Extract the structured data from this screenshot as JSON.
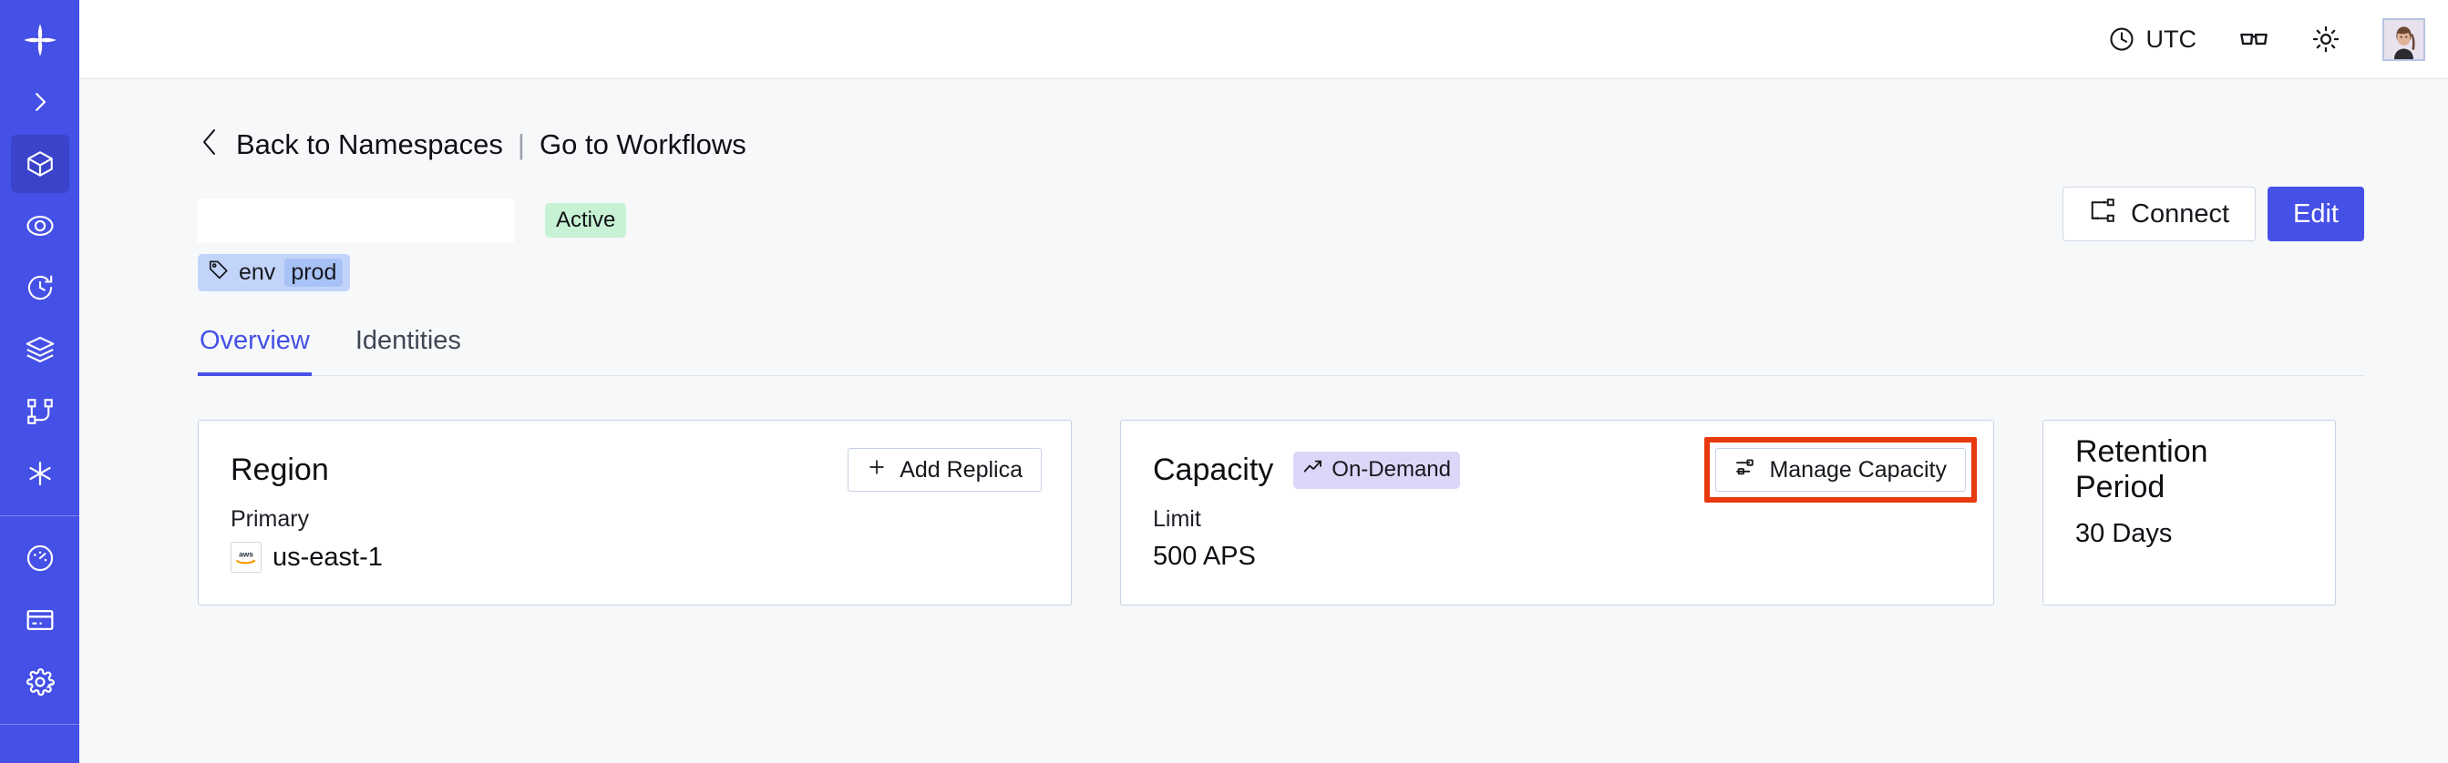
{
  "sidebar": {
    "items": [
      {
        "icon": "temporal-logo-icon",
        "name": "logo",
        "active": false
      },
      {
        "icon": "chevron-right-icon",
        "name": "expand-sidebar",
        "active": false
      },
      {
        "icon": "cube-icon",
        "name": "namespaces",
        "active": true
      },
      {
        "icon": "eye-icon",
        "name": "observability",
        "active": false
      },
      {
        "icon": "history-clock-icon",
        "name": "schedules",
        "active": false
      },
      {
        "icon": "layers-icon",
        "name": "batch-operations",
        "active": false
      },
      {
        "icon": "workflow-graph-icon",
        "name": "workflows",
        "active": false
      },
      {
        "icon": "asterisk-icon",
        "name": "nexus",
        "active": false
      },
      {
        "icon": "gauge-icon",
        "name": "usage",
        "active": false
      },
      {
        "icon": "credit-card-icon",
        "name": "billing",
        "active": false
      },
      {
        "icon": "gear-icon",
        "name": "settings",
        "active": false
      }
    ]
  },
  "topbar": {
    "timezone_label": "UTC",
    "timezone_icon": "clock-icon",
    "glasses_icon": "glasses-icon",
    "theme_icon": "sun-icon",
    "avatar_name": "user-avatar"
  },
  "breadcrumb": {
    "back_icon": "chevron-left-icon",
    "back_label": "Back to Namespaces",
    "separator": "|",
    "forward_label": "Go to Workflows"
  },
  "header": {
    "namespace_title": "",
    "status_badge": "Active",
    "connect_label": "Connect",
    "connect_icon": "connect-nodes-icon",
    "edit_label": "Edit",
    "tag_icon": "tag-icon",
    "tag_key": "env",
    "tag_value": "prod"
  },
  "tabs": [
    {
      "label": "Overview",
      "active": true
    },
    {
      "label": "Identities",
      "active": false
    }
  ],
  "cards": {
    "region": {
      "title": "Region",
      "action_label": "Add Replica",
      "action_icon": "plus-icon",
      "label": "Primary",
      "provider_icon": "aws-logo-icon",
      "value": "us-east-1"
    },
    "capacity": {
      "title": "Capacity",
      "badge_label": "On-Demand",
      "badge_icon": "trend-up-icon",
      "action_label": "Manage Capacity",
      "action_icon": "sliders-icon",
      "label": "Limit",
      "value": "500 APS",
      "highlighted": true
    },
    "retention": {
      "title": "Retention Period",
      "value": "30 Days"
    }
  },
  "colors": {
    "brand": "#4550e6",
    "sidebar_active": "#3a43c9",
    "page_background": "#f7f8fa",
    "card_border": "#c6d0e6",
    "status_active_bg": "#c8f2d4",
    "tag_bg": "#c3d4fb",
    "tag_value_bg": "#a8c2f7",
    "ondemand_bg": "#ddd6f8",
    "highlight_outline": "#e8380d"
  }
}
